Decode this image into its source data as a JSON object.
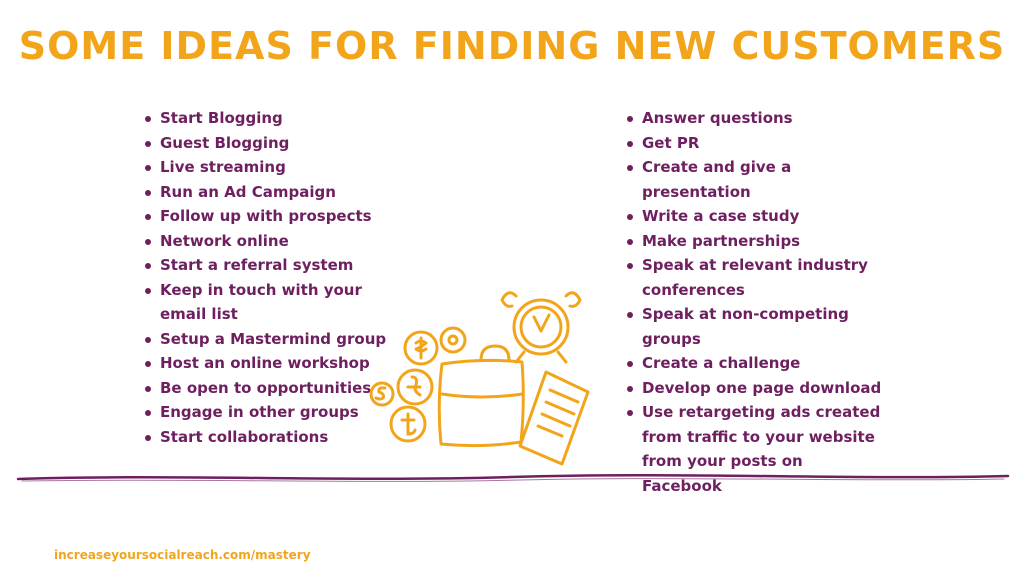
{
  "title": "SOME IDEAS FOR FINDING NEW CUSTOMERS",
  "left_items": [
    "Start Blogging",
    "Guest Blogging",
    "Live streaming",
    "Run an Ad Campaign",
    "Follow up with prospects",
    "Network online",
    "Start a referral system",
    "Keep in touch with your email list",
    "Setup a Mastermind group",
    "Host an online workshop",
    "Be open to opportunities",
    "Engage in other groups",
    "Start collaborations"
  ],
  "right_items": [
    "Answer questions",
    "Get PR",
    "Create and give a presentation",
    "Write a case study",
    "Make partnerships",
    "Speak at relevant industry conferences",
    "Speak at non-competing groups",
    "Create a challenge",
    "Develop one page download",
    "Use retargeting ads created from traffic to your website from your posts on Facebook"
  ],
  "footer": "increaseyoursocialreach.com/mastery",
  "colors": {
    "title": "#f2a51a",
    "text": "#6e1f5f",
    "accent": "#f2a51a"
  },
  "illustration_icons": [
    "briefcase-icon",
    "alarm-clock-icon",
    "coin-icon",
    "document-icon"
  ]
}
